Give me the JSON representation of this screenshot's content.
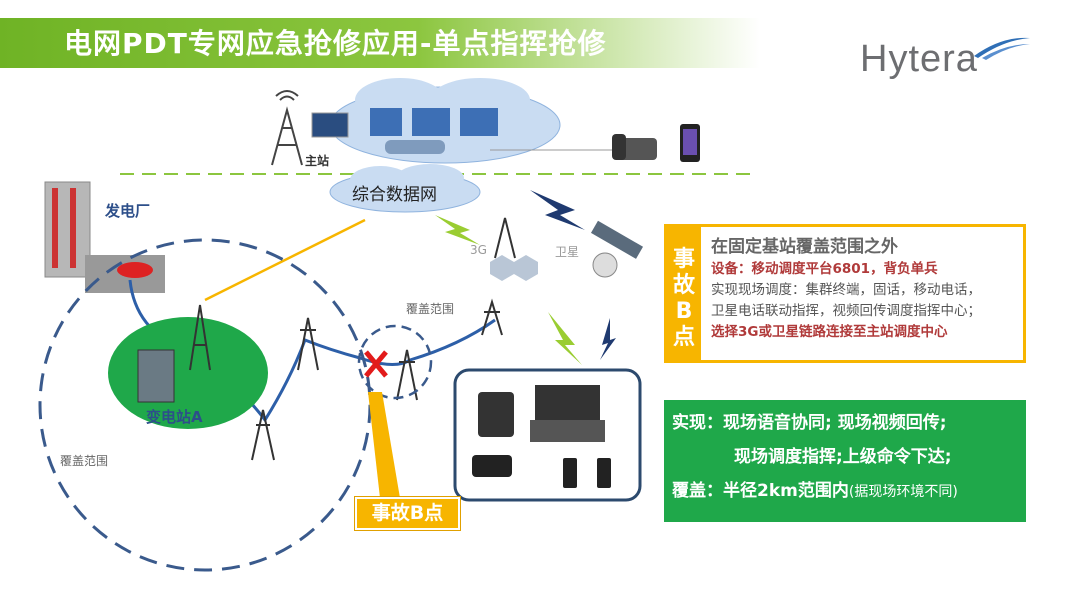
{
  "title": "电网PDT专网应急抢修应用-单点指挥抢修",
  "logo": "Hytera",
  "colors": {
    "green": "#1fa84a",
    "yellow": "#f7b500",
    "red_text": "#b03a3a",
    "blue_dash": "#3a5a8c"
  },
  "diagram": {
    "main_station": "主站",
    "data_network": "综合数据网",
    "power_plant": "发电厂",
    "substation": "变电站A",
    "coverage_left": "覆盖范围",
    "coverage_right": "覆盖范围",
    "label_3g": "3G",
    "label_satellite": "卫星",
    "incident_b": "事故B点"
  },
  "incident_box": {
    "side_label": "事故B点",
    "heading": "在固定基站覆盖范围之外",
    "equipment": "设备：移动调度平台6801，背负单兵",
    "line1": "实现现场调度：集群终端，固话，移动电话，",
    "line2": "卫星电话联动指挥，视频回传调度指挥中心；",
    "line3": "选择3G或卫星链路连接至主站调度中心"
  },
  "summary_box": {
    "line1": "实现：现场语音协同; 现场视频回传;",
    "line2": "现场调度指挥;上级命令下达;",
    "line3_main": "覆盖：半径2km范围内",
    "line3_note": "(据现场环境不同)"
  }
}
